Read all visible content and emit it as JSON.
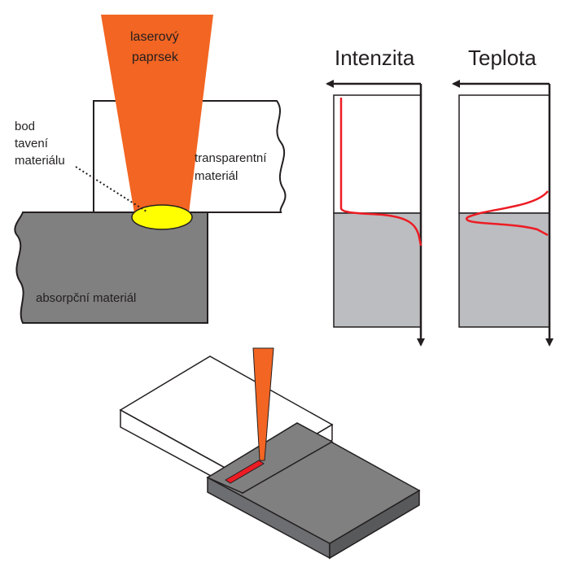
{
  "beam": {
    "line1": "laserový",
    "line2": "paprsek",
    "color": "#f26522"
  },
  "melt_point": {
    "line1": "bod",
    "line2": "tavení",
    "line3": "materiálu",
    "color": "#ffff00"
  },
  "transparent_material": {
    "line1": "transparentní",
    "line2": "materiál"
  },
  "absorbing_material": {
    "label": "absorpční materiál",
    "color": "#808080"
  },
  "graphs": {
    "intensity_title": "Intenzita",
    "temperature_title": "Teplota",
    "curve_color": "#ed1c24",
    "lower_fill": "#bcbdc0"
  }
}
